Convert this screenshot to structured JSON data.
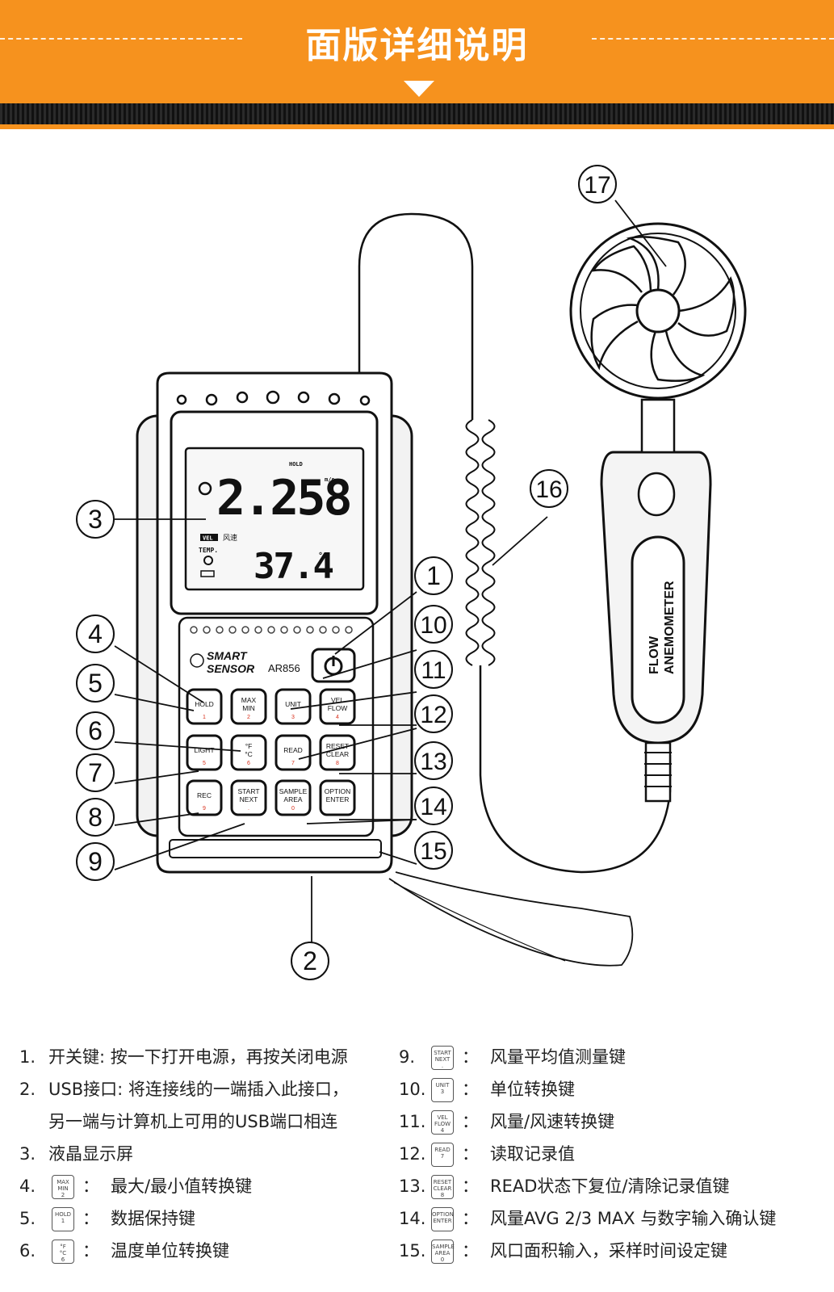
{
  "banner": {
    "title": "面版详细说明"
  },
  "device": {
    "brand_line1": "SMART",
    "brand_line2": "SENSOR",
    "model": "AR856",
    "probe_label_line1": "FLOW",
    "probe_label_line2": "ANEMOMETER",
    "lcd": {
      "hold": "HOLD",
      "main_value": "2.258",
      "main_unit": "m/s",
      "vel_tag": "VEL",
      "vel_text": "风速",
      "temp_label": "TEMP.",
      "temp_value": "37.4",
      "temp_unit": "°C"
    },
    "keys": [
      {
        "line1": "HOLD",
        "line2": "",
        "digit": "1"
      },
      {
        "line1": "MAX",
        "line2": "MIN",
        "digit": "2"
      },
      {
        "line1": "UNIT",
        "line2": "",
        "digit": "3"
      },
      {
        "line1": "VEL",
        "line2": "FLOW",
        "digit": "4"
      },
      {
        "line1": "LIGHT",
        "line2": "",
        "digit": "5"
      },
      {
        "line1": "°F",
        "line2": "°C",
        "digit": "6"
      },
      {
        "line1": "READ",
        "line2": "",
        "digit": "7"
      },
      {
        "line1": "RESET",
        "line2": "CLEAR",
        "digit": "8"
      },
      {
        "line1": "REC",
        "line2": "",
        "digit": "9"
      },
      {
        "line1": "START",
        "line2": "NEXT",
        "digit": "."
      },
      {
        "line1": "SAMPLE",
        "line2": "AREA",
        "digit": "0"
      },
      {
        "line1": "OPTION",
        "line2": "ENTER",
        "digit": ""
      }
    ]
  },
  "callouts": [
    "1",
    "2",
    "3",
    "4",
    "5",
    "6",
    "7",
    "8",
    "9",
    "10",
    "11",
    "12",
    "13",
    "14",
    "15",
    "16",
    "17"
  ],
  "legend": {
    "item1": {
      "num": "1.",
      "text": "开关键: 按一下打开电源，再按关闭电源"
    },
    "item2": {
      "num": "2.",
      "text": "USB接口: 将连接线的一端插入此接口，"
    },
    "item2b": {
      "text": "另一端与计算机上可用的USB端口相连"
    },
    "item3": {
      "num": "3.",
      "text": "液晶显示屏"
    },
    "item4": {
      "num": "4.",
      "text": "最大/最小值转换键",
      "key1": "MAX",
      "key2": "MIN",
      "key3": "2"
    },
    "item5": {
      "num": "5.",
      "text": "数据保持键",
      "key1": "HOLD",
      "key2": "1",
      "key3": ""
    },
    "item6": {
      "num": "6.",
      "text": "温度单位转换键",
      "key1": "°F",
      "key2": "°C",
      "key3": "6"
    },
    "item9": {
      "num": "9.",
      "text": "风量平均值测量键",
      "key1": "START",
      "key2": "NEXT",
      "key3": "."
    },
    "item10": {
      "num": "10.",
      "text": "单位转换键",
      "key1": "UNIT",
      "key2": "3",
      "key3": ""
    },
    "item11": {
      "num": "11.",
      "text": "风量/风速转换键",
      "key1": "VEL",
      "key2": "FLOW",
      "key3": "4"
    },
    "item12": {
      "num": "12.",
      "text": "读取记录值",
      "key1": "READ",
      "key2": "7",
      "key3": ""
    },
    "item13": {
      "num": "13.",
      "text": "READ状态下复位/清除记录值键",
      "key1": "RESET",
      "key2": "CLEAR",
      "key3": "8"
    },
    "item14": {
      "num": "14.",
      "text": "风量AVG 2/3 MAX 与数字输入确认键",
      "key1": "OPTION",
      "key2": "ENTER",
      "key3": ""
    },
    "item15": {
      "num": "15.",
      "text": "风口面积输入，采样时间设定键",
      "key1": "SAMPLE",
      "key2": "AREA",
      "key3": "0"
    },
    "colon": "："
  }
}
